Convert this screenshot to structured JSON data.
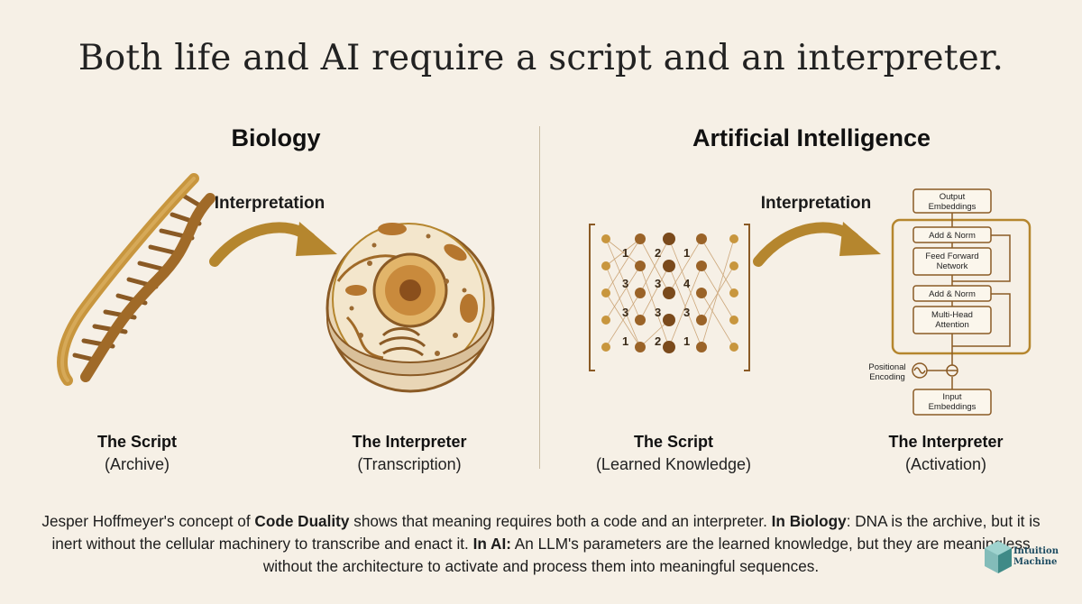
{
  "title": "Both life and AI require a script and an interpreter.",
  "biology": {
    "heading": "Biology",
    "arrow_label": "Interpretation",
    "script_title": "The Script",
    "script_sub": "(Archive)",
    "interpreter_title": "The Interpreter",
    "interpreter_sub": "(Transcription)"
  },
  "ai": {
    "heading": "Artificial Intelligence",
    "arrow_label": "Interpretation",
    "script_title": "The Script",
    "script_sub": "(Learned Knowledge)",
    "interpreter_title": "The Interpreter",
    "interpreter_sub": "(Activation)",
    "network_numbers": [
      "1",
      "2",
      "1",
      "3",
      "3",
      "4",
      "3",
      "3",
      "3",
      "1",
      "2",
      "1"
    ],
    "transformer": {
      "output": "Output Embeddings",
      "add_norm_top": "Add & Norm",
      "ffn": "Feed Forward Network",
      "add_norm_bottom": "Add & Norm",
      "attention": "Multi-Head Attention",
      "positional": "Positional Encoding",
      "input": "Input Embeddings"
    }
  },
  "paragraph": {
    "p1": "Jesper Hoffmeyer's concept of ",
    "b1": "Code Duality",
    "p2": " shows that meaning requires both a code and an interpreter. ",
    "b2": "In Biology",
    "p3": ": DNA is the archive, but it is inert without the cellular machinery to transcribe and enact it. ",
    "b3": "In AI:",
    "p4": " An LLM's parameters are the learned knowledge, but they are meaningless without the architecture to activate and process them into meaningful sequences."
  },
  "logo": {
    "line1": "Intuition",
    "line2": "Machine"
  },
  "colors": {
    "background": "#f6f0e6",
    "accent": "#b5862e",
    "dark_brown": "#7a4a1c",
    "text": "#1a1a1a"
  }
}
